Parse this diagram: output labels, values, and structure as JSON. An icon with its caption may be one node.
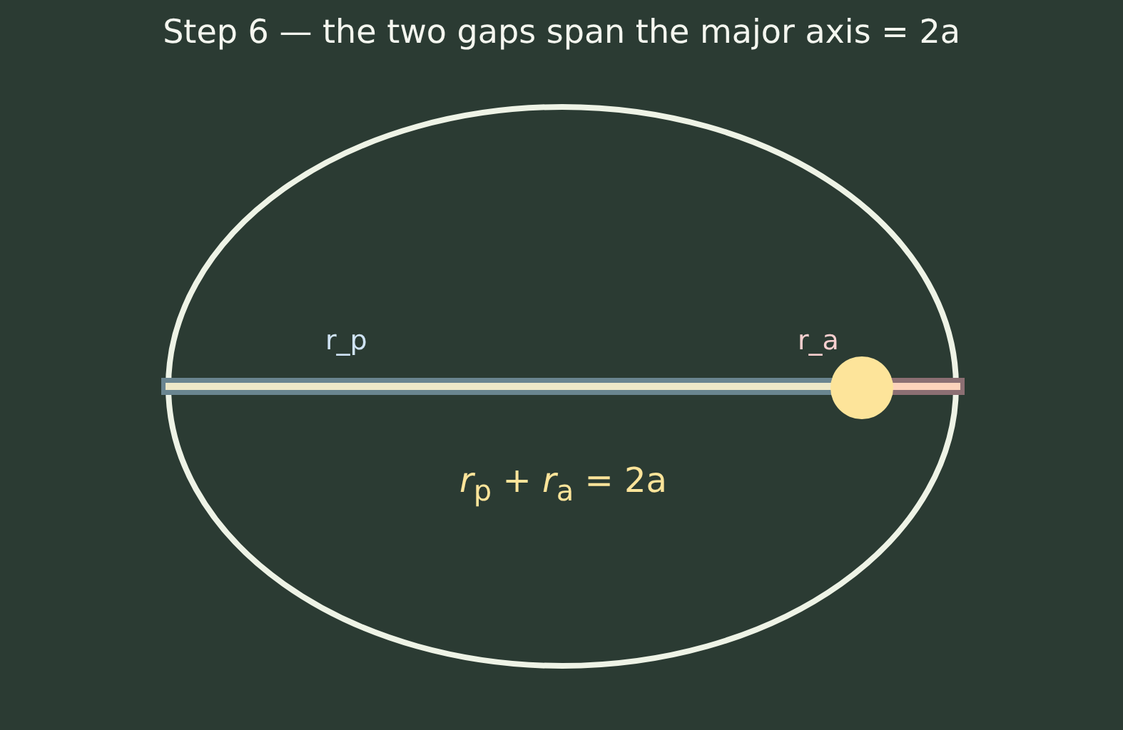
{
  "diagram": {
    "title": "Step 6 — the two gaps span the major axis = 2a",
    "labels": [
      "r_p",
      "r_a",
      "*r*$_{p}$ + *r*$_{a}$ = 2a"
    ]
  }
}
